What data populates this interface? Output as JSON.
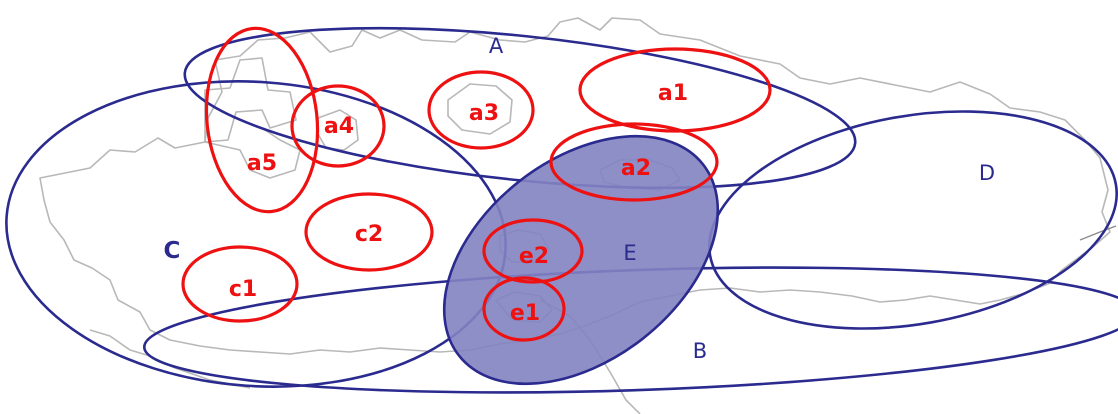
{
  "regions": {
    "A": "A",
    "B": "B",
    "C": "C",
    "D": "D",
    "E": "E"
  },
  "subregions": {
    "a1": "a1",
    "a2": "a2",
    "a3": "a3",
    "a4": "a4",
    "a5": "a5",
    "c1": "c1",
    "c2": "c2",
    "e1": "e1",
    "e2": "e2"
  },
  "colors": {
    "region_stroke": "#2a2a8f",
    "region_fill": "#8383c2",
    "subregion_stroke": "#ee1111",
    "map_outline": "#b8b8b8"
  }
}
